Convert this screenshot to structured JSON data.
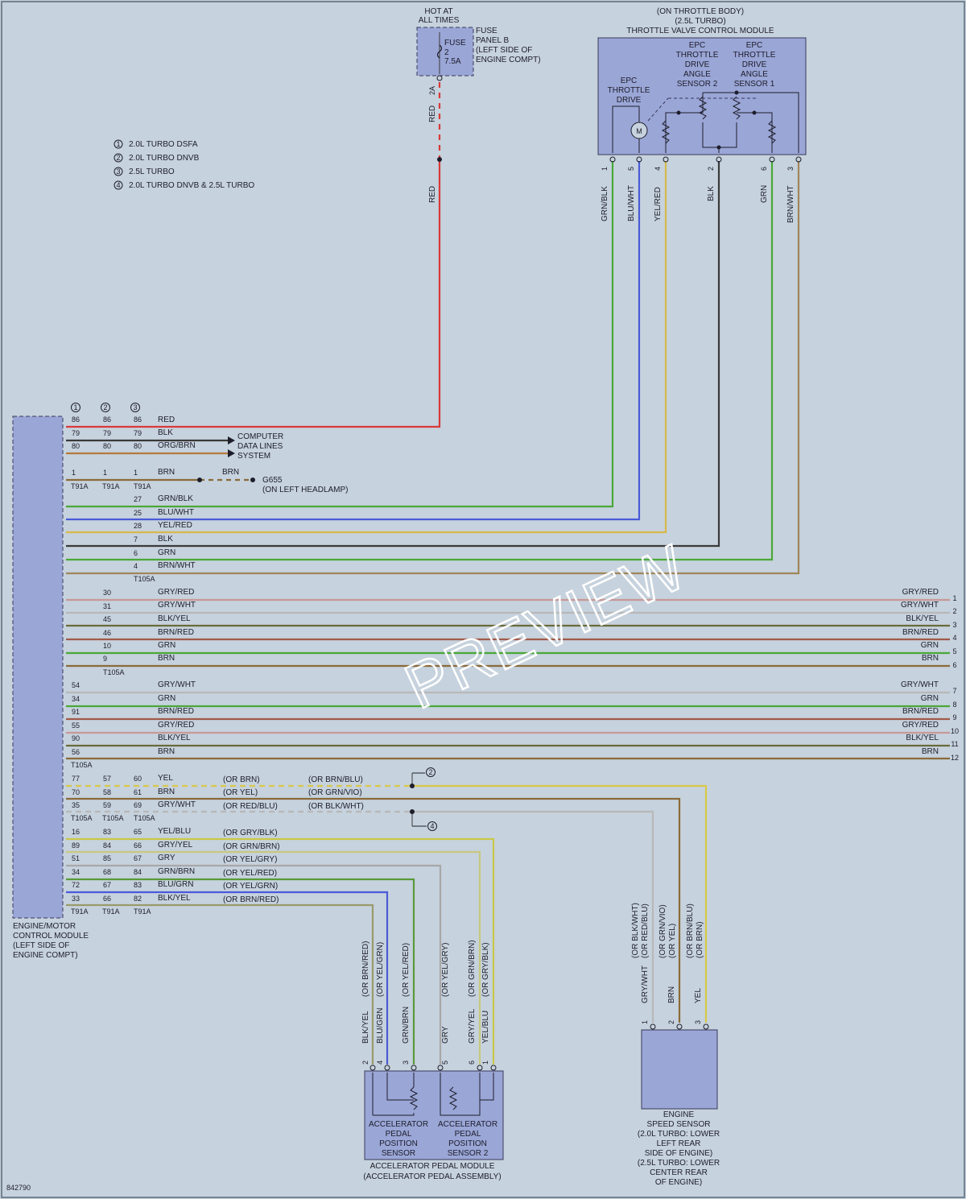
{
  "legend": [
    {
      "num": "1",
      "text": "2.0L TURBO DSFA"
    },
    {
      "num": "2",
      "text": "2.0L TURBO DNVB"
    },
    {
      "num": "3",
      "text": "2.5L TURBO"
    },
    {
      "num": "4",
      "text": "2.0L TURBO DNVB & 2.5L TURBO"
    }
  ],
  "fuse": {
    "hot": [
      "HOT AT",
      "ALL TIMES"
    ],
    "label": [
      "FUSE",
      "2",
      "7.5A"
    ],
    "panel": [
      "FUSE",
      "PANEL B",
      "(LEFT SIDE OF",
      "ENGINE COMPT)"
    ],
    "pin": "2A",
    "wire": "RED"
  },
  "throttle": {
    "title": [
      "(ON THROTTLE BODY)",
      "(2.5L TURBO)",
      "THROTTLE VALVE CONTROL MODULE"
    ],
    "drive": [
      "EPC",
      "THROTTLE",
      "DRIVE"
    ],
    "sensor2": [
      "EPC",
      "THROTTLE",
      "DRIVE",
      "ANGLE",
      "SENSOR 2"
    ],
    "sensor1": [
      "EPC",
      "THROTTLE",
      "DRIVE",
      "ANGLE",
      "SENSOR 1"
    ],
    "motor": "M",
    "pins": [
      "1",
      "5",
      "4",
      "2",
      "6",
      "3"
    ],
    "wires": [
      "GRN/BLK",
      "BLU/WHT",
      "YEL/RED",
      "BLK",
      "GRN",
      "BRN/WHT"
    ]
  },
  "ecm": {
    "label": [
      "ENGINE/MOTOR",
      "CONTROL MODULE",
      "(LEFT SIDE OF",
      "ENGINE COMPT)"
    ],
    "col_heads": [
      "1",
      "2",
      "3"
    ],
    "cds": [
      "COMPUTER",
      "DATA LINES",
      "SYSTEM"
    ],
    "g655": [
      "G655",
      "(ON LEFT HEADLAMP)"
    ],
    "brn_label": "BRN"
  },
  "rows1": [
    {
      "p": [
        "86",
        "86",
        "86"
      ],
      "w": "RED"
    },
    {
      "p": [
        "79",
        "79",
        "79"
      ],
      "w": "BLK"
    },
    {
      "p": [
        "80",
        "80",
        "80"
      ],
      "w": "ORG/BRN"
    },
    {
      "p": [
        "1",
        "1",
        "1"
      ],
      "w": "BRN"
    }
  ],
  "t91a": [
    "T91A",
    "T91A",
    "T91A"
  ],
  "rows2": [
    {
      "p": "27",
      "w": "GRN/BLK"
    },
    {
      "p": "25",
      "w": "BLU/WHT"
    },
    {
      "p": "28",
      "w": "YEL/RED"
    },
    {
      "p": "7",
      "w": "BLK"
    },
    {
      "p": "6",
      "w": "GRN"
    },
    {
      "p": "4",
      "w": "BRN/WHT"
    }
  ],
  "t105a": "T105A",
  "rows3": [
    {
      "p": "30",
      "w": "GRY/RED",
      "n": "1"
    },
    {
      "p": "31",
      "w": "GRY/WHT",
      "n": "2"
    },
    {
      "p": "45",
      "w": "BLK/YEL",
      "n": "3"
    },
    {
      "p": "46",
      "w": "BRN/RED",
      "n": "4"
    },
    {
      "p": "10",
      "w": "GRN",
      "n": "5"
    },
    {
      "p": "9",
      "w": "BRN",
      "n": "6"
    }
  ],
  "rows4": [
    {
      "p": "54",
      "w": "GRY/WHT",
      "n": "7"
    },
    {
      "p": "34",
      "w": "GRN",
      "n": "8"
    },
    {
      "p": "91",
      "w": "BRN/RED",
      "n": "9"
    },
    {
      "p": "55",
      "w": "GRY/RED",
      "n": "10"
    },
    {
      "p": "90",
      "w": "BLK/YEL",
      "n": "11"
    },
    {
      "p": "56",
      "w": "BRN",
      "n": "12"
    }
  ],
  "rows5": [
    {
      "p": [
        "77",
        "57",
        "60"
      ],
      "w": "YEL",
      "a": "(OR BRN)",
      "b": "(OR BRN/BLU)"
    },
    {
      "p": [
        "70",
        "58",
        "61"
      ],
      "w": "BRN",
      "a": "(OR YEL)",
      "b": "(OR GRN/VIO)"
    },
    {
      "p": [
        "35",
        "59",
        "69"
      ],
      "w": "GRY/WHT",
      "a": "(OR RED/BLU)",
      "b": "(OR BLK/WHT)"
    }
  ],
  "t105_3": [
    "T105A",
    "T105A",
    "T105A"
  ],
  "splice_refs": [
    "2",
    "4"
  ],
  "rows6": [
    {
      "p": [
        "16",
        "83",
        "65"
      ],
      "w": "YEL/BLU",
      "a": "(OR GRY/BLK)"
    },
    {
      "p": [
        "89",
        "84",
        "66"
      ],
      "w": "GRY/YEL",
      "a": "(OR GRN/BRN)"
    },
    {
      "p": [
        "51",
        "85",
        "67"
      ],
      "w": "GRY",
      "a": "(OR YEL/GRY)"
    },
    {
      "p": [
        "34",
        "68",
        "84"
      ],
      "w": "GRN/BRN",
      "a": "(OR YEL/RED)"
    },
    {
      "p": [
        "72",
        "67",
        "83"
      ],
      "w": "BLU/GRN",
      "a": "(OR YEL/GRN)"
    },
    {
      "p": [
        "33",
        "66",
        "82"
      ],
      "w": "BLK/YEL",
      "a": "(OR BRN/RED)"
    }
  ],
  "pedal": {
    "label": [
      "ACCELERATOR PEDAL MODULE",
      "(ACCELERATOR PEDAL ASSEMBLY)"
    ],
    "s1": [
      "ACCELERATOR",
      "PEDAL",
      "POSITION",
      "SENSOR"
    ],
    "s2": [
      "ACCELERATOR",
      "PEDAL",
      "POSITION",
      "SENSOR 2"
    ],
    "pins": [
      "2",
      "4",
      "3",
      "5",
      "6",
      "1"
    ],
    "wires": [
      "BLK/YEL",
      "BLU/GRN",
      "GRN/BRN",
      "GRY",
      "GRY/YEL",
      "YEL/BLU"
    ],
    "alts": [
      "(OR BRN/RED)",
      "(OR YEL/GRN)",
      "(OR YEL/RED)",
      "(OR YEL/GRY)",
      "(OR GRN/BRN)",
      "(OR GRY/BLK)"
    ]
  },
  "speed": {
    "label": [
      "ENGINE",
      "SPEED SENSOR",
      "(2.0L TURBO: LOWER",
      "LEFT REAR",
      "SIDE OF ENGINE)",
      "(2.5L TURBO: LOWER",
      "CENTER REAR",
      "OF ENGINE)"
    ],
    "pins": [
      "1",
      "2",
      "3"
    ],
    "wires": [
      "GRY/WHT",
      "BRN",
      "YEL"
    ],
    "alts": [
      [
        "(OR BLK/WHT)",
        "(OR RED/BLU)"
      ],
      [
        "(OR GRN/VIO)",
        "(OR YEL)"
      ],
      [
        "(OR BRN/BLU)",
        "(OR BRN)"
      ]
    ]
  },
  "watermark": "PREVIEW",
  "doc_id": "842790",
  "colors": {
    "bg": "#c6d2dd",
    "module": "#9aa6d6",
    "red": "#d93a3a",
    "blk": "#3a3a3a",
    "orgbrn": "#b57a3a",
    "brn": "#8a6a3a",
    "grn": "#4aa838",
    "blu": "#4a5ad8",
    "yel": "#d8c84a",
    "gry": "#a8a8a8"
  }
}
